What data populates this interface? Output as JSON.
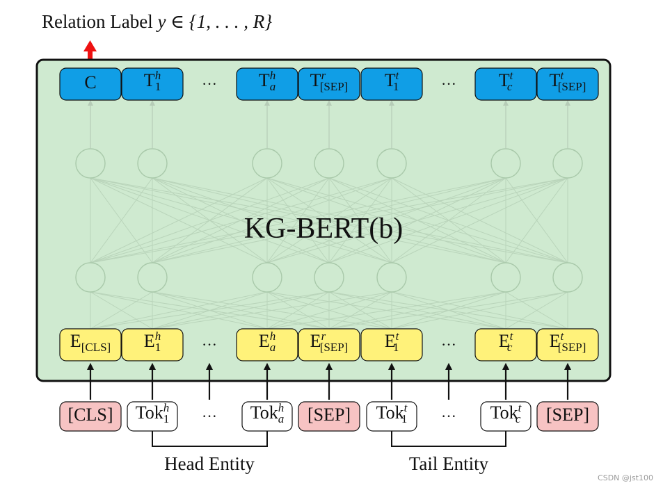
{
  "header": {
    "text": "Relation Label ",
    "math": "y ∈ {1, . . . , R}"
  },
  "main_label": "KG-BERT(b)",
  "colors": {
    "panel_fill": "#cfead0",
    "output_fill": "#109ee6",
    "embedding_fill": "#fff27a",
    "special_token_fill": "#f7c3c3",
    "token_fill": "#ffffff",
    "arrow_red": "#ee1111",
    "network_gray": "#a9c9aa"
  },
  "outputs": [
    {
      "base": "C",
      "sup": "",
      "sub": ""
    },
    {
      "base": "T",
      "sup": "h",
      "sub": "1"
    },
    {
      "ellipsis": "···"
    },
    {
      "base": "T",
      "sup": "h",
      "sub": "a"
    },
    {
      "base": "T",
      "sup": "r",
      "sub": "[SEP]"
    },
    {
      "base": "T",
      "sup": "t",
      "sub": "1"
    },
    {
      "ellipsis": "···"
    },
    {
      "base": "T",
      "sup": "t",
      "sub": "c"
    },
    {
      "base": "T",
      "sup": "t",
      "sub": "[SEP]"
    }
  ],
  "embeddings": [
    {
      "base": "E",
      "sup": "",
      "sub": "[CLS]"
    },
    {
      "base": "E",
      "sup": "h",
      "sub": "1"
    },
    {
      "ellipsis": "···"
    },
    {
      "base": "E",
      "sup": "h",
      "sub": "a"
    },
    {
      "base": "E",
      "sup": "r",
      "sub": "[SEP]"
    },
    {
      "base": "E",
      "sup": "t",
      "sub": "1"
    },
    {
      "ellipsis": "···"
    },
    {
      "base": "E",
      "sup": "t",
      "sub": "c"
    },
    {
      "base": "E",
      "sup": "t",
      "sub": "[SEP]"
    }
  ],
  "tokens": [
    {
      "base": "[CLS]",
      "sup": "",
      "sub": "",
      "special": true
    },
    {
      "base": "Tok",
      "sup": "h",
      "sub": "1",
      "special": false
    },
    {
      "ellipsis": "···"
    },
    {
      "base": "Tok",
      "sup": "h",
      "sub": "a",
      "special": false
    },
    {
      "base": "[SEP]",
      "sup": "",
      "sub": "",
      "special": true
    },
    {
      "base": "Tok",
      "sup": "t",
      "sub": "1",
      "special": false
    },
    {
      "ellipsis": "···"
    },
    {
      "base": "Tok",
      "sup": "t",
      "sub": "c",
      "special": false
    },
    {
      "base": "[SEP]",
      "sup": "",
      "sub": "",
      "special": true
    }
  ],
  "groups": {
    "head": "Head Entity",
    "tail": "Tail Entity"
  },
  "watermark": "CSDN @jst100"
}
